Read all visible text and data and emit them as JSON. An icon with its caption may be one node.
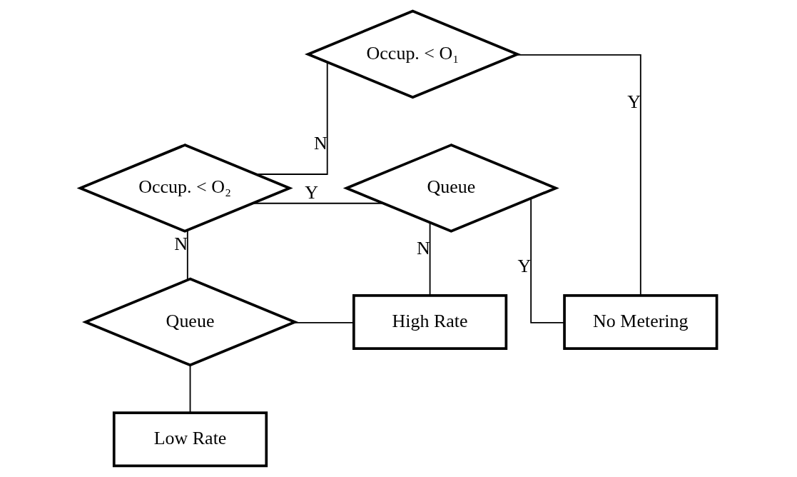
{
  "diagram": {
    "nodes": [
      {
        "text": [
          "Occup. < O₁"
        ]
      },
      {
        "text": [
          "Occup. < O₂"
        ]
      },
      {
        "text": [
          "Queue"
        ]
      },
      {
        "text": [
          "Queue"
        ]
      },
      {
        "text": [
          "High Rate"
        ]
      },
      {
        "text": [
          "No Metering"
        ]
      },
      {
        "text": [
          "Low Rate"
        ]
      }
    ],
    "edges": [
      {
        "from": 0,
        "to": 5,
        "arrow": "none",
        "label": "Y"
      },
      {
        "from": 0,
        "to": 1,
        "arrow": "none",
        "label": "N"
      },
      {
        "from": 1,
        "to": 2,
        "arrow": "none",
        "label": "Y"
      },
      {
        "from": 2,
        "to": 5,
        "arrow": "none",
        "label": "Y"
      },
      {
        "from": 2,
        "to": 4,
        "arrow": "none",
        "label": "N"
      },
      {
        "from": 1,
        "to": 3,
        "arrow": "none",
        "label": "N"
      },
      {
        "from": 3,
        "to": 4,
        "arrow": "none"
      },
      {
        "from": 3,
        "to": 6,
        "arrow": "none"
      }
    ]
  }
}
